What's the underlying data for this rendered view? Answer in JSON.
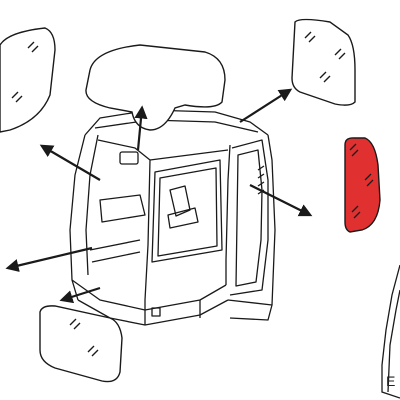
{
  "diagram": {
    "title": "",
    "colors": {
      "line": "#1a1a1a",
      "highlight": "#e03030",
      "highlight_dark": "#a01818",
      "glass": "#ffffff"
    },
    "parts": [
      {
        "name": "cab-body",
        "highlighted": false
      },
      {
        "name": "roof-glass",
        "highlighted": false
      },
      {
        "name": "front-upper-glass",
        "highlighted": false
      },
      {
        "name": "front-lower-glass",
        "highlighted": false
      },
      {
        "name": "rear-glass",
        "highlighted": false
      },
      {
        "name": "right-side-glass",
        "highlighted": true
      },
      {
        "name": "partial-door-glass",
        "highlighted": false
      }
    ],
    "edge_text": "E"
  }
}
